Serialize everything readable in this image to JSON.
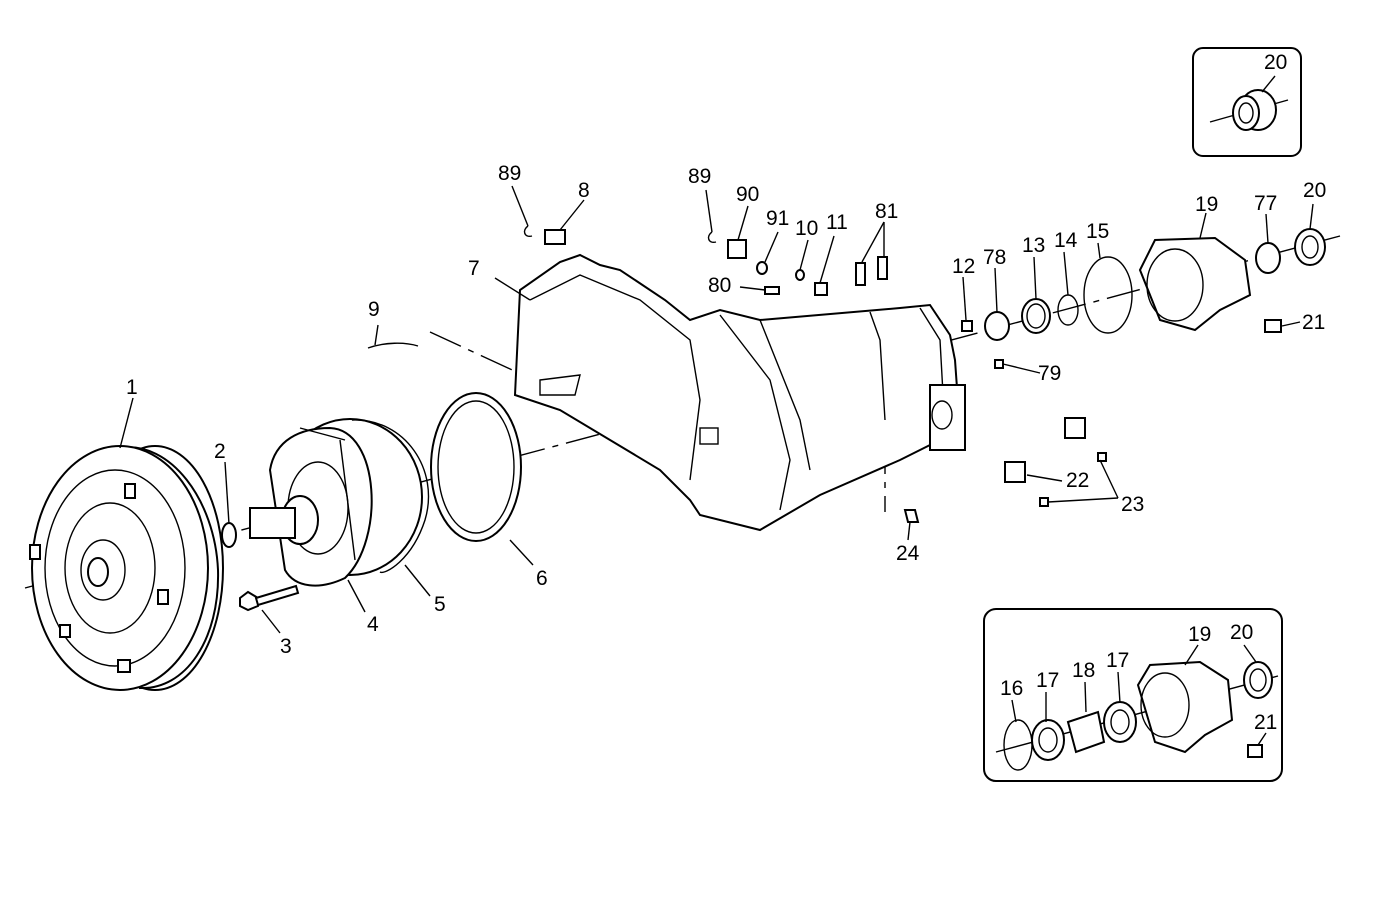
{
  "callouts": {
    "c1": "1",
    "c2": "2",
    "c3": "3",
    "c4": "4",
    "c5": "5",
    "c6": "6",
    "c7": "7",
    "c8": "8",
    "c9": "9",
    "c10": "10",
    "c11": "11",
    "c12": "12",
    "c13": "13",
    "c14": "14",
    "c15": "15",
    "c16": "16",
    "c17a": "17",
    "c17b": "17",
    "c18": "18",
    "c19a": "19",
    "c19b": "19",
    "c20a": "20",
    "c20b": "20",
    "c20c": "20",
    "c21a": "21",
    "c21b": "21",
    "c22": "22",
    "c23": "23",
    "c24": "24",
    "c77": "77",
    "c78": "78",
    "c79": "79",
    "c80": "80",
    "c81": "81",
    "c89a": "89",
    "c89b": "89",
    "c90": "90",
    "c91": "91"
  }
}
